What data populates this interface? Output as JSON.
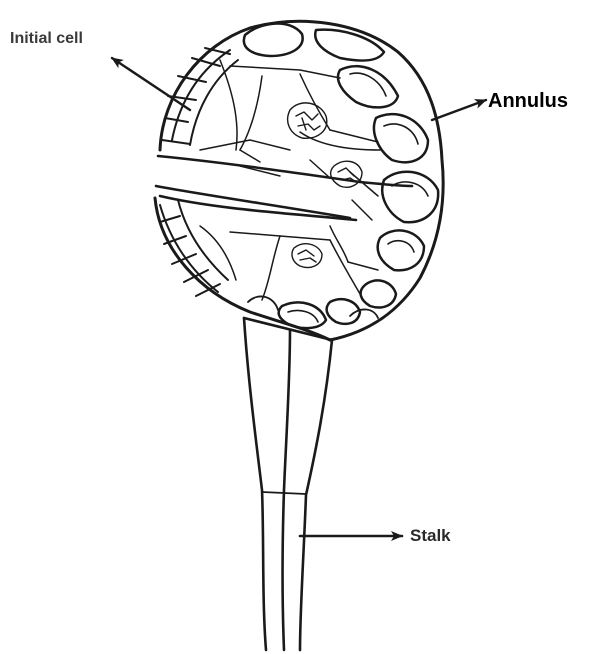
{
  "labels": {
    "initial_cell": "Initial cell",
    "annulus": "Annulus",
    "stalk": "Stalk"
  },
  "colors": {
    "ink": "#1a1a1a",
    "background": "#ffffff"
  }
}
